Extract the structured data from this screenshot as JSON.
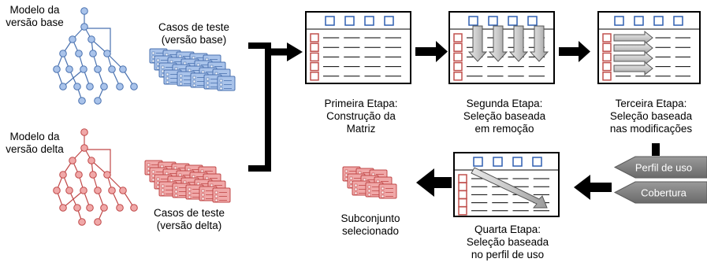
{
  "base_model": {
    "label_line1": "Modelo  da",
    "label_line2": "versão base"
  },
  "delta_model": {
    "label_line1": "Modelo  da",
    "label_line2": "versão delta"
  },
  "base_tests": {
    "label_line1": "Casos de teste",
    "label_line2": "(versão base)"
  },
  "delta_tests": {
    "label_line1": "Casos de teste",
    "label_line2": "(versão delta)"
  },
  "stage1": {
    "line1": "Primeira Etapa:",
    "line2": "Construção da",
    "line3": "Matriz"
  },
  "stage2": {
    "line1": "Segunda Etapa:",
    "line2": "Seleção baseada",
    "line3": "em remoção"
  },
  "stage3": {
    "line1": "Terceira Etapa:",
    "line2": "Seleção baseada",
    "line3": "nas modificações"
  },
  "stage4": {
    "line1": "Quarta Etapa:",
    "line2": "Seleção baseada",
    "line3": "no perfil de uso"
  },
  "output": {
    "line1": "Subconjunto",
    "line2": "selecionado"
  },
  "inputs": {
    "usage_profile": "Perfil de uso",
    "coverage": "Cobertura"
  },
  "colors": {
    "blue_fill": "#a9c3ea",
    "blue_stroke": "#4a72b0",
    "red_fill": "#f0a8a8",
    "red_stroke": "#c04848",
    "matrix_blue": "#2f5fb0",
    "matrix_red": "#c0504d",
    "arrow": "#000000",
    "input_tag": "#7f7f7f"
  }
}
